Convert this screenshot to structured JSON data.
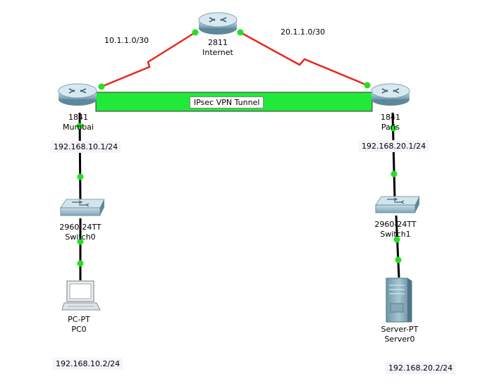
{
  "diagram": {
    "links": {
      "wan_left_subnet": "10.1.1.0/30",
      "wan_right_subnet": "20.1.1.0/30",
      "tunnel_label": "IPsec VPN Tunnel"
    },
    "devices": {
      "internet_router": {
        "model": "2811",
        "name": "Internet"
      },
      "mumbai_router": {
        "model": "1841",
        "name": "Mumbai",
        "ip": "192.168.10.1/24"
      },
      "paris_router": {
        "model": "1841",
        "name": "Paris",
        "ip": "192.168.20.1/24"
      },
      "switch0": {
        "model": "2960-24TT",
        "name": "Switch0"
      },
      "switch1": {
        "model": "2960-24TT",
        "name": "Switch1"
      },
      "pc0": {
        "model": "PC-PT",
        "name": "PC0",
        "ip": "192.168.10.2/24"
      },
      "server0": {
        "model": "Server-PT",
        "name": "Server0",
        "ip": "192.168.20.2/24"
      }
    },
    "colors": {
      "wan_link": "#e8281e",
      "lan_link": "#000000",
      "link_up": "#22e022",
      "tunnel_fill": "#22e83a",
      "router_body": "#8fb7c6"
    }
  }
}
